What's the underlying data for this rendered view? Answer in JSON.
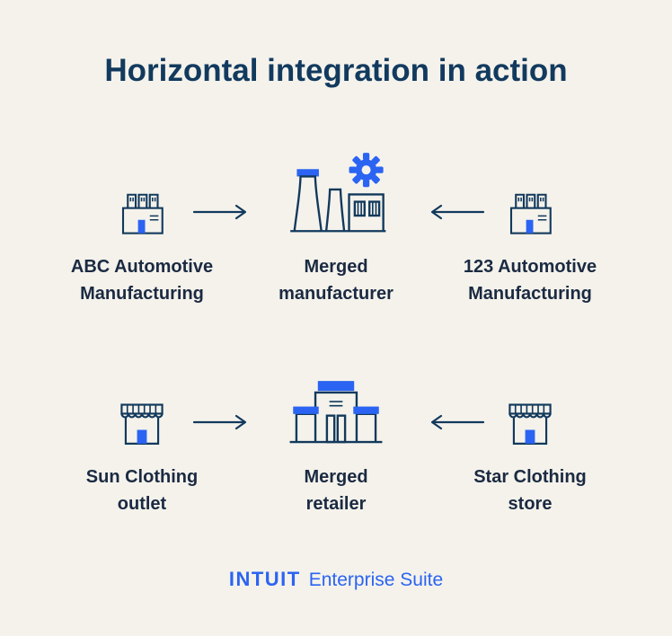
{
  "title": "Horizontal integration in action",
  "rows": [
    {
      "left": {
        "line1": "ABC Automotive",
        "line2": "Manufacturing"
      },
      "center": {
        "line1": "Merged",
        "line2": "manufacturer"
      },
      "right": {
        "line1": "123 Automotive",
        "line2": "Manufacturing"
      }
    },
    {
      "left": {
        "line1": "Sun Clothing",
        "line2": "outlet"
      },
      "center": {
        "line1": "Merged",
        "line2": "retailer"
      },
      "right": {
        "line1": "Star Clothing",
        "line2": "store"
      }
    }
  ],
  "icons": {
    "row1_left": "factory-icon",
    "row1_center": "merged-factory-gear-icon",
    "row1_right": "factory-icon",
    "row2_left": "storefront-icon",
    "row2_center": "merged-retail-building-icon",
    "row2_right": "storefront-icon",
    "connectors": [
      "arrow-right-icon",
      "arrow-left-icon"
    ]
  },
  "footer": {
    "brand": "INTUIT",
    "product": "Enterprise Suite"
  },
  "colors": {
    "background": "#F4F2EB",
    "navy": "#123A5E",
    "accent_blue": "#2B64F2",
    "label_text": "#1B2A42"
  }
}
